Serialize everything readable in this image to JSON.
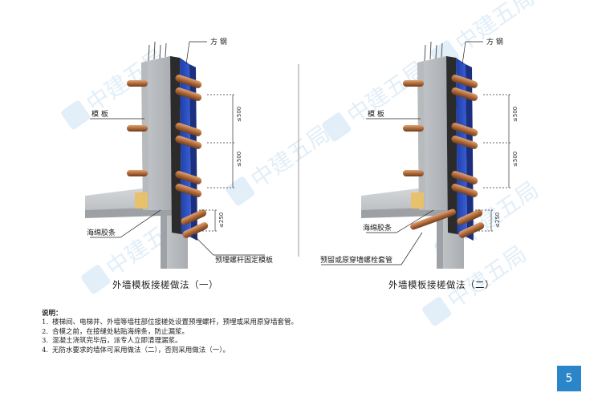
{
  "watermark": {
    "text": "中建五局"
  },
  "left_figure": {
    "caption": "外墙模板接槎做法（一）",
    "labels": {
      "steel": "方 钢",
      "formwork": "模 板",
      "sponge": "海绵胶条",
      "bolt": "预埋螺杆固定模板"
    },
    "dims": {
      "d1": "≤500",
      "d2": "≤500",
      "d3": "≤250"
    }
  },
  "right_figure": {
    "caption": "外墙模板接槎做法（二）",
    "labels": {
      "steel": "方 钢",
      "formwork": "模 板",
      "sponge": "海绵胶条",
      "sleeve": "预留或原穿墙螺栓套管"
    },
    "dims": {
      "d1": "≤500",
      "d2": "≤500",
      "d3": "≤250"
    }
  },
  "notes": {
    "title": "说明：",
    "items": [
      {
        "num": "1.",
        "text": "楼梯间、电梯井、外墙等墙柱部位接槎处设置预埋螺杆，预埋或采用原穿墙套管。"
      },
      {
        "num": "2.",
        "text": "合模之前，在接缝处粘贴海绵条，防止漏浆。"
      },
      {
        "num": "3.",
        "text": "混凝土浇筑完毕后，派专人立即清理漏浆。"
      },
      {
        "num": "4.",
        "text": "无防水要求的墙体可采用做法（二），否则采用做法（一）。"
      }
    ]
  },
  "page_number": "5"
}
